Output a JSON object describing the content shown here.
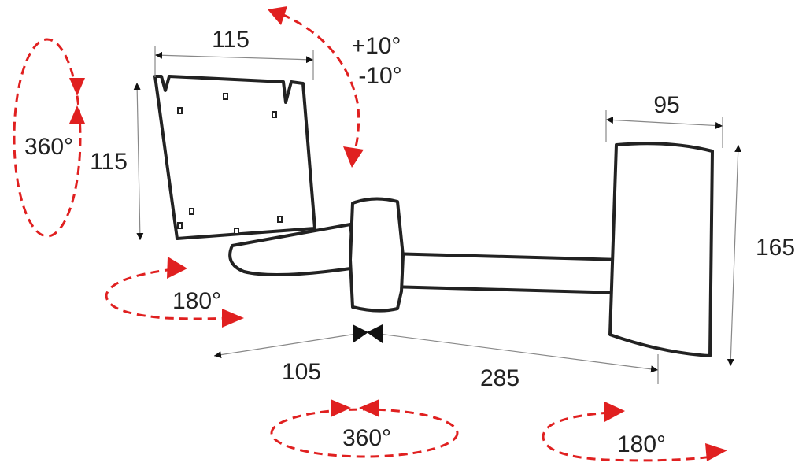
{
  "colors": {
    "outline": "#222222",
    "dimension_line": "#888888",
    "rotation": "#e02020",
    "background": "#ffffff"
  },
  "labels": {
    "plate_width": "115",
    "plate_height": "115",
    "tilt_up": "+10°",
    "tilt_down": "-10°",
    "wall_plate_width": "95",
    "wall_plate_height": "165",
    "arm_short": "105",
    "arm_long": "285",
    "rotation_plate": "360°",
    "swivel_plate": "180°",
    "swivel_middle": "360°",
    "swivel_wall": "180°"
  }
}
